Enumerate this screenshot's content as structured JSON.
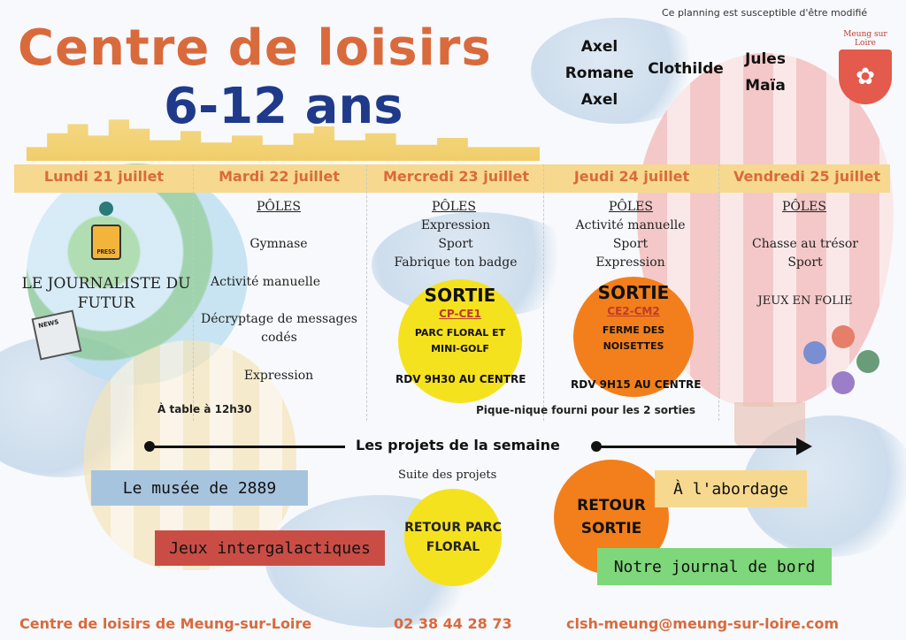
{
  "header": {
    "title": "Centre de loisirs",
    "subtitle": "6-12 ans",
    "note": "Ce planning est susceptible d'être modifié",
    "names": {
      "col1": [
        "Axel",
        "Romane",
        "Axel"
      ],
      "col2": "Clothilde",
      "col3": [
        "Jules",
        "Maïa"
      ]
    },
    "logo_text": "Meung sur Loire"
  },
  "days": [
    {
      "label": "Lundi 21 juillet"
    },
    {
      "label": "Mardi 22 juillet"
    },
    {
      "label": "Mercredi 23 juillet"
    },
    {
      "label": "Jeudi 24 juillet"
    },
    {
      "label": "Vendredi 25 juillet"
    }
  ],
  "monday": {
    "theme": "LE JOURNALISTE DU FUTUR",
    "badge_text": "PRESS",
    "paper_text": "NEWS"
  },
  "tuesday": {
    "poles": "PÔLES",
    "activities": [
      "Gymnase",
      "Activité manuelle",
      "Décryptage de messages codés",
      "Expression"
    ]
  },
  "wednesday": {
    "poles": "PÔLES",
    "activities": [
      "Expression",
      "Sport",
      "Fabrique ton badge"
    ],
    "sortie": {
      "title": "SORTIE",
      "group": "CP-CE1",
      "place": "PARC FLORAL ET MINI-GOLF",
      "rdv": "RDV 9H30 AU CENTRE"
    }
  },
  "thursday": {
    "poles": "PÔLES",
    "activities": [
      "Activité manuelle",
      "Sport",
      "Expression"
    ],
    "sortie": {
      "title": "SORTIE",
      "group": "CE2-CM2",
      "place": "FERME DES NOISETTES",
      "rdv": "RDV 9H15 AU CENTRE"
    }
  },
  "friday": {
    "poles": "PÔLES",
    "activities": [
      "Chasse au trésor",
      "Sport"
    ],
    "extra": "JEUX EN FOLIE"
  },
  "meal": {
    "table": "À table à 12h30",
    "picnic": "Pique-nique fourni pour les 2 sorties"
  },
  "projects": {
    "heading": "Les projets de la semaine",
    "suite": "Suite des projets",
    "musee": "Le musée de 2889",
    "jeux": "Jeux intergalactiques",
    "retour_parc": "RETOUR PARC FLORAL",
    "retour_sortie": "RETOUR SORTIE",
    "abordage": "À l'abordage",
    "journal": "Notre journal de bord"
  },
  "footer": {
    "name": "Centre de loisirs de Meung-sur-Loire",
    "phone": "02 38 44 28 73",
    "email": "clsh-meung@meung-sur-loire.com"
  },
  "colors": {
    "title": "#d96a3c",
    "subtitle": "#1f3a8a",
    "band": "#f6d98f",
    "yellow": "#f5e21f",
    "orange": "#f27f1b",
    "blue_tag": "#a7c4df",
    "red_tag": "#c94d45",
    "green_tag": "#7ed77a"
  }
}
